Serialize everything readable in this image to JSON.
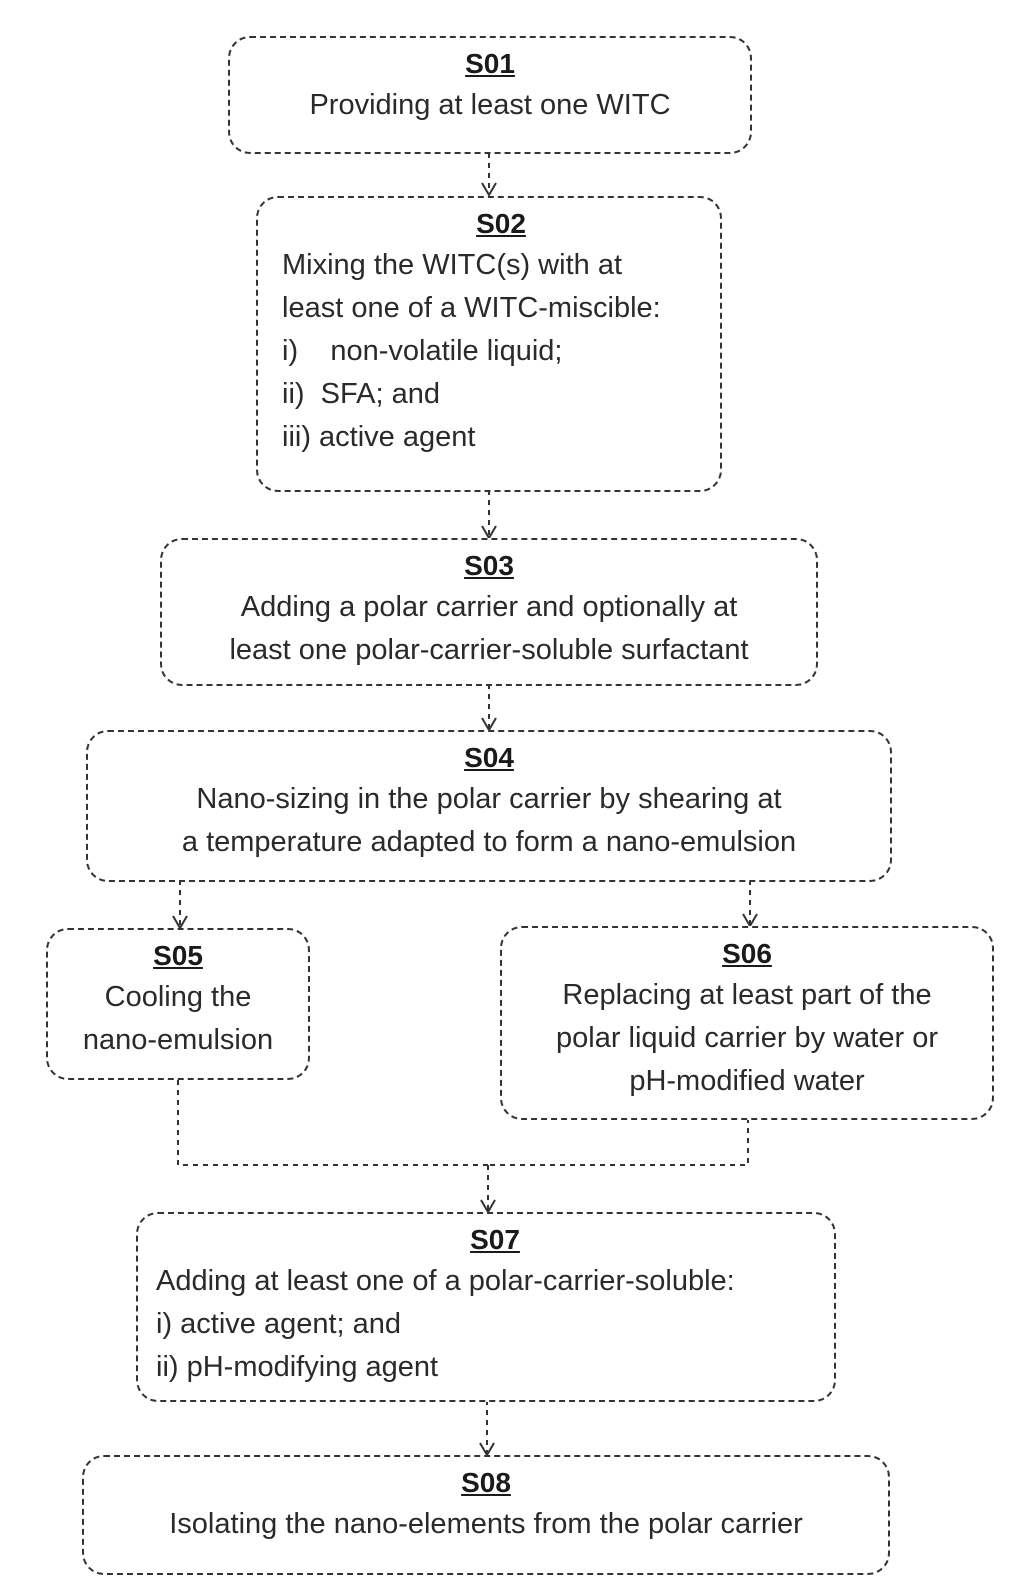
{
  "diagram": {
    "type": "flowchart",
    "steps": [
      {
        "id": "S01",
        "lines": [
          "Providing at least one WITC"
        ]
      },
      {
        "id": "S02",
        "lines": [
          "Mixing the WITC(s) with at",
          "least one of a WITC-miscible:",
          "i)    non-volatile liquid;",
          "ii)  SFA; and",
          "iii) active agent"
        ]
      },
      {
        "id": "S03",
        "lines": [
          "Adding a polar carrier and optionally at",
          "least one polar-carrier-soluble surfactant"
        ]
      },
      {
        "id": "S04",
        "lines": [
          "Nano-sizing in the polar carrier by shearing at",
          "a temperature adapted to form a nano-emulsion"
        ]
      },
      {
        "id": "S05",
        "lines": [
          "Cooling the",
          "nano-emulsion"
        ]
      },
      {
        "id": "S06",
        "lines": [
          "Replacing at least part of the",
          "polar liquid carrier by water or",
          "pH-modified water"
        ]
      },
      {
        "id": "S07",
        "lines": [
          "Adding at least one of a polar-carrier-soluble:",
          "i) active agent; and",
          "ii) pH-modifying agent"
        ]
      },
      {
        "id": "S08",
        "lines": [
          "Isolating the nano-elements from the polar carrier"
        ]
      }
    ],
    "edges": [
      [
        "S01",
        "S02"
      ],
      [
        "S02",
        "S03"
      ],
      [
        "S03",
        "S04"
      ],
      [
        "S04",
        "S05"
      ],
      [
        "S04",
        "S06"
      ],
      [
        "S05",
        "S07"
      ],
      [
        "S06",
        "S07"
      ],
      [
        "S07",
        "S08"
      ]
    ]
  }
}
